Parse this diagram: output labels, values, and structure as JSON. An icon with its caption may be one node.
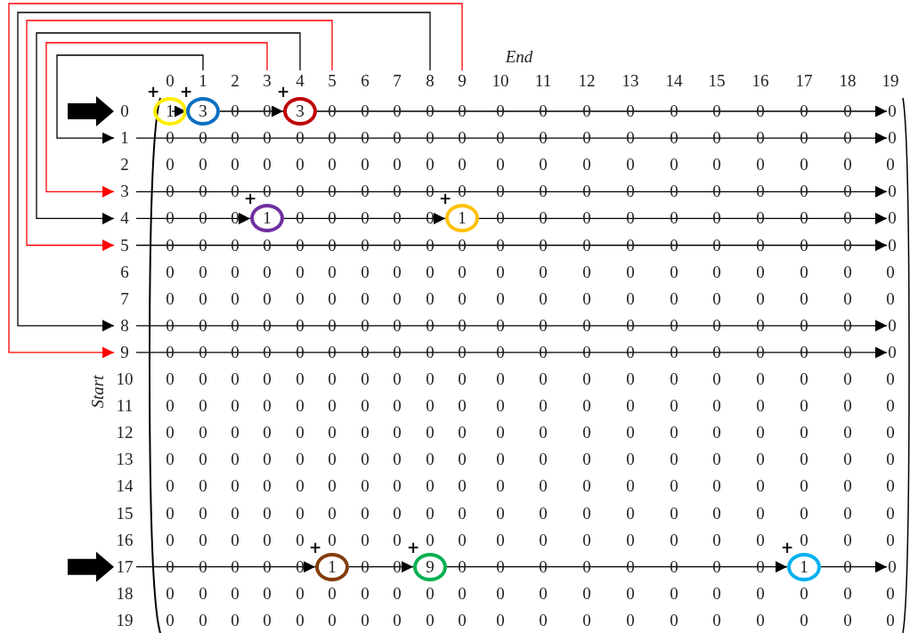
{
  "diagram": {
    "nodes": [
      {
        "text": [
          "1"
        ]
      },
      {
        "text": [
          "3"
        ]
      },
      {
        "text": [
          "4"
        ]
      },
      {
        "text": [
          "5"
        ]
      },
      {
        "text": [
          "8"
        ]
      },
      {
        "text": [
          "9"
        ]
      },
      {
        "text": [
          "0"
        ]
      },
      {
        "text": [
          "1"
        ],
        "beside": [
          "+"
        ]
      },
      {
        "text": [
          "3"
        ],
        "beside": [
          "+"
        ]
      },
      {
        "text": [
          "3"
        ],
        "beside": [
          "+"
        ]
      },
      {
        "text": [
          "1"
        ]
      },
      {
        "text": [
          "3"
        ]
      },
      {
        "text": [
          "4"
        ]
      },
      {
        "text": [
          "1"
        ],
        "beside": [
          "+"
        ]
      },
      {
        "text": [
          "1"
        ],
        "beside": [
          "+"
        ]
      },
      {
        "text": [
          "5"
        ]
      },
      {
        "text": [
          "8"
        ]
      },
      {
        "text": [
          "9"
        ]
      },
      {
        "text": [
          "17"
        ]
      },
      {
        "text": [
          "1"
        ],
        "beside": [
          "+"
        ]
      },
      {
        "text": [
          "9"
        ],
        "beside": [
          "+"
        ]
      },
      {
        "text": [
          "1"
        ],
        "beside": [
          "+"
        ]
      },
      {
        "text": [
          "0"
        ]
      },
      {
        "text": [
          "0"
        ]
      },
      {
        "text": [
          "0"
        ]
      },
      {
        "text": [
          "0"
        ]
      },
      {
        "text": [
          "0"
        ]
      },
      {
        "text": [
          "0"
        ]
      },
      {
        "text": [
          "0"
        ]
      },
      {
        "text": [
          "0"
        ]
      }
    ],
    "edges": [
      {
        "from": 0,
        "to": 10,
        "arrow": "to"
      },
      {
        "from": 1,
        "to": 11,
        "arrow": "to",
        "color": "#ff0000"
      },
      {
        "from": 2,
        "to": 12,
        "arrow": "to"
      },
      {
        "from": 3,
        "to": 15,
        "arrow": "to",
        "color": "#ff0000"
      },
      {
        "from": 4,
        "to": 16,
        "arrow": "to"
      },
      {
        "from": 5,
        "to": 17,
        "arrow": "to",
        "color": "#ff0000"
      },
      {
        "from": null,
        "to": 6,
        "arrow": "to",
        "style": "thick"
      },
      {
        "from": 7,
        "to": 8,
        "arrow": "to"
      },
      {
        "from": 8,
        "to": 9,
        "arrow": "to"
      },
      {
        "from": 9,
        "to": 22,
        "arrow": "to"
      },
      {
        "from": 10,
        "to": 23,
        "arrow": "to"
      },
      {
        "from": 11,
        "to": 24,
        "arrow": "to"
      },
      {
        "from": 12,
        "to": 13,
        "arrow": "to"
      },
      {
        "from": 13,
        "to": 14,
        "arrow": "to"
      },
      {
        "from": 14,
        "to": 25,
        "arrow": "to"
      },
      {
        "from": 15,
        "to": 26,
        "arrow": "to"
      },
      {
        "from": 16,
        "to": 27,
        "arrow": "to"
      },
      {
        "from": 17,
        "to": 28,
        "arrow": "to"
      },
      {
        "from": null,
        "to": 18,
        "arrow": "to",
        "style": "thick"
      },
      {
        "from": 18,
        "to": 19,
        "arrow": "to"
      },
      {
        "from": 19,
        "to": 20,
        "arrow": "to"
      },
      {
        "from": 20,
        "to": 21,
        "arrow": "to"
      },
      {
        "from": 21,
        "to": 29,
        "arrow": "to"
      }
    ],
    "labels": [
      "End",
      "0",
      "2",
      "6",
      "7",
      "10",
      "11",
      "12",
      "13",
      "14",
      "15",
      "16",
      "17",
      "18",
      "19",
      "0",
      "0",
      "0",
      "0",
      "0",
      "0",
      "0",
      "0",
      "0",
      "0",
      "0",
      "0",
      "0",
      "0",
      "0",
      "0",
      "0",
      "0",
      "0",
      "0",
      "0",
      "0",
      "0",
      "0",
      "0",
      "0",
      "0",
      "0",
      "0",
      "0",
      "0",
      "0",
      "0",
      "0",
      "0",
      "2",
      "0",
      "0",
      "0",
      "0",
      "0",
      "0",
      "0",
      "0",
      "0",
      "0",
      "0",
      "0",
      "0",
      "0",
      "0",
      "0",
      "0",
      "0",
      "0",
      "0",
      "0",
      "0",
      "0",
      "0",
      "0",
      "0",
      "0",
      "0",
      "0",
      "0",
      "0",
      "0",
      "0",
      "0",
      "0",
      "0",
      "0",
      "0",
      "0",
      "0",
      "0",
      "0",
      "0",
      "0",
      "0",
      "0",
      "0",
      "0",
      "0",
      "0",
      "0",
      "0",
      "0",
      "0",
      "0",
      "0",
      "0",
      "0",
      "0",
      "0",
      "0",
      "0",
      "0",
      "0",
      "0",
      "0",
      "0",
      "0",
      "0",
      "0",
      "0",
      "0",
      "0",
      "0",
      "0",
      "6",
      "0",
      "0",
      "0",
      "0",
      "0",
      "0",
      "0",
      "0",
      "0",
      "0",
      "0",
      "0",
      "0",
      "0",
      "0",
      "0",
      "0",
      "0",
      "0",
      "0",
      "7",
      "0",
      "0",
      "0",
      "0",
      "0",
      "0",
      "0",
      "0",
      "0",
      "0",
      "0",
      "0",
      "0",
      "0",
      "0",
      "0",
      "0",
      "0",
      "0",
      "0",
      "0",
      "0",
      "0",
      "0",
      "0",
      "0",
      "0",
      "0",
      "0",
      "0",
      "0",
      "0",
      "0",
      "0",
      "0",
      "0",
      "0",
      "0",
      "0",
      "0",
      "0",
      "0",
      "0",
      "0",
      "0",
      "0",
      "0",
      "0",
      "0",
      "0",
      "0",
      "0",
      "0",
      "0",
      "0",
      "0",
      "0",
      "0",
      "10",
      "0",
      "0",
      "0",
      "0",
      "0",
      "0",
      "0",
      "0",
      "0",
      "0",
      "0",
      "0",
      "0",
      "0",
      "0",
      "0",
      "0",
      "0",
      "0",
      "0",
      "11",
      "0",
      "0",
      "0",
      "0",
      "0",
      "0",
      "0",
      "0",
      "0",
      "0",
      "0",
      "0",
      "0",
      "0",
      "0",
      "0",
      "0",
      "0",
      "0",
      "0",
      "12",
      "0",
      "0",
      "0",
      "0",
      "0",
      "0",
      "0",
      "0",
      "0",
      "0",
      "0",
      "0",
      "0",
      "0",
      "0",
      "0",
      "0",
      "0",
      "0",
      "0",
      "13",
      "0",
      "0",
      "0",
      "0",
      "0",
      "0",
      "0",
      "0",
      "0",
      "0",
      "0",
      "0",
      "0",
      "0",
      "0",
      "0",
      "0",
      "0",
      "0",
      "0",
      "14",
      "0",
      "0",
      "0",
      "0",
      "0",
      "0",
      "0",
      "0",
      "0",
      "0",
      "0",
      "0",
      "0",
      "0",
      "0",
      "0",
      "0",
      "0",
      "0",
      "0",
      "15",
      "0",
      "0",
      "0",
      "0",
      "0",
      "0",
      "0",
      "0",
      "0",
      "0",
      "0",
      "0",
      "0",
      "0",
      "0",
      "0",
      "0",
      "0",
      "0",
      "0",
      "16",
      "0",
      "0",
      "0",
      "0",
      "0",
      "0",
      "0",
      "0",
      "0",
      "0",
      "0",
      "0",
      "0",
      "0",
      "0",
      "0",
      "0",
      "0",
      "0",
      "0",
      "0",
      "0",
      "0",
      "0",
      "0",
      "0",
      "0",
      "0",
      "0",
      "0",
      "0",
      "0",
      "0",
      "0",
      "0",
      "0",
      "18",
      "0",
      "0",
      "0",
      "0",
      "0",
      "0",
      "0",
      "0",
      "0",
      "0",
      "0",
      "0",
      "0",
      "0",
      "0",
      "0",
      "0",
      "0",
      "0",
      "0",
      "19",
      "0",
      "0",
      "0",
      "0",
      "0",
      "0",
      "0",
      "0",
      "0",
      "0",
      "0",
      "0",
      "0",
      "0",
      "0",
      "0",
      "0",
      "0",
      "0",
      "0",
      "Start"
    ]
  }
}
